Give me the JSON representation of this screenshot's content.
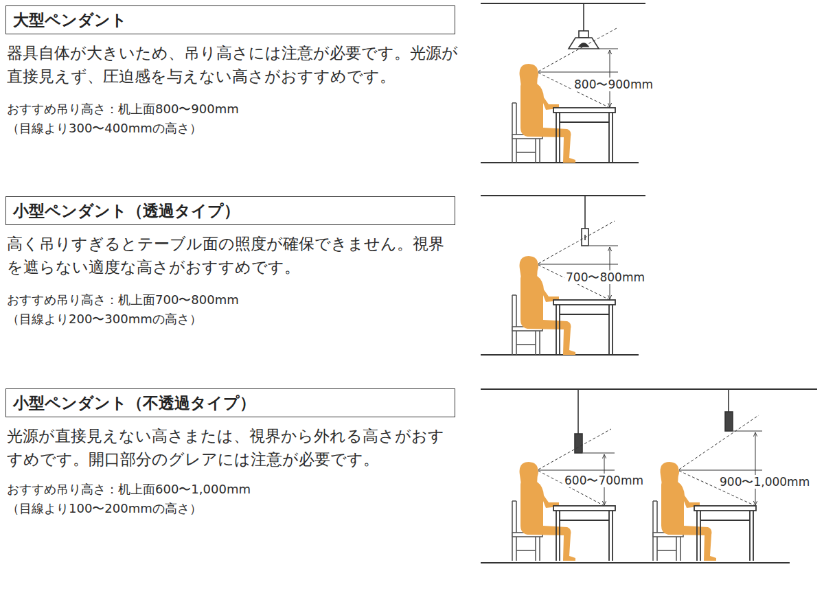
{
  "diagram": {
    "nodes": [
      {
        "text": [
          "大型ペンダント"
        ]
      },
      {
        "text": [
          "小型ペンダント（透過タイプ）"
        ]
      },
      {
        "text": [
          "小型ペンダント（不透過タイプ）"
        ]
      }
    ],
    "labels": [
      "器具自体が大きいため、吊り高さには注意が必要です。光源が直接見えず、圧迫感を与えない高さがおすすめです。",
      "おすすめ吊り高さ：机上面800〜900mm",
      "（目線より300〜400mmの高さ）",
      "800〜900mm",
      "高く吊りすぎるとテーブル面の照度が確保できません。視界を遮らない適度な高さがおすすめです。",
      "おすすめ吊り高さ：机上面700〜800mm",
      "（目線より200〜300mmの高さ）",
      "700〜800mm",
      "光源が直接見えない高さまたは、視界から外れる高さがおすすめです。開口部分のグレアには注意が必要です。",
      "おすすめ吊り高さ：机上面600〜1,000mm",
      "（目線より100〜200mmの高さ）",
      "600〜700mm",
      "900〜1,000mm"
    ]
  }
}
